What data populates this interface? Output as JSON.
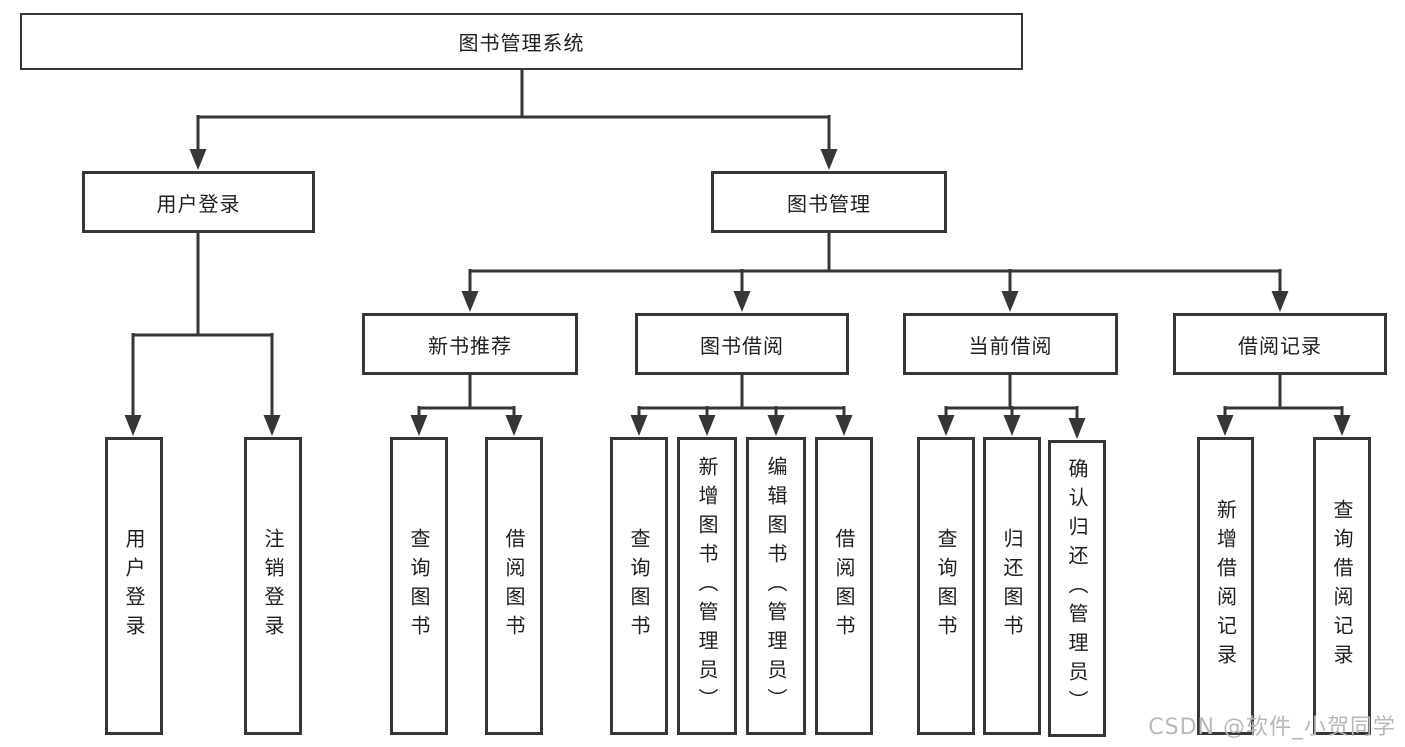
{
  "diagram": {
    "type": "hierarchy-tree",
    "tree": {
      "root": {
        "label": "图书管理系统"
      },
      "branches": [
        {
          "label": "用户登录",
          "children": [
            {
              "label": "用户登录"
            },
            {
              "label": "注销登录"
            }
          ]
        },
        {
          "label": "图书管理",
          "sections": [
            {
              "label": "新书推荐",
              "children": [
                {
                  "label": "查询图书"
                },
                {
                  "label": "借阅图书"
                }
              ]
            },
            {
              "label": "图书借阅",
              "children": [
                {
                  "label": "查询图书"
                },
                {
                  "label": "新增图书（管理员）"
                },
                {
                  "label": "编辑图书（管理员）"
                },
                {
                  "label": "借阅图书"
                }
              ]
            },
            {
              "label": "当前借阅",
              "children": [
                {
                  "label": "查询图书"
                },
                {
                  "label": "归还图书"
                },
                {
                  "label": "确认归还（管理员）"
                }
              ]
            },
            {
              "label": "借阅记录",
              "children": [
                {
                  "label": "新增借阅记录"
                },
                {
                  "label": "查询借阅记录"
                }
              ]
            }
          ]
        }
      ]
    },
    "watermark": "CSDN @软件_小贺同学"
  },
  "colors": {
    "line": "#363636",
    "text": "#1f1f1f",
    "background": "#ffffff",
    "watermark": "#b9b9b9"
  }
}
